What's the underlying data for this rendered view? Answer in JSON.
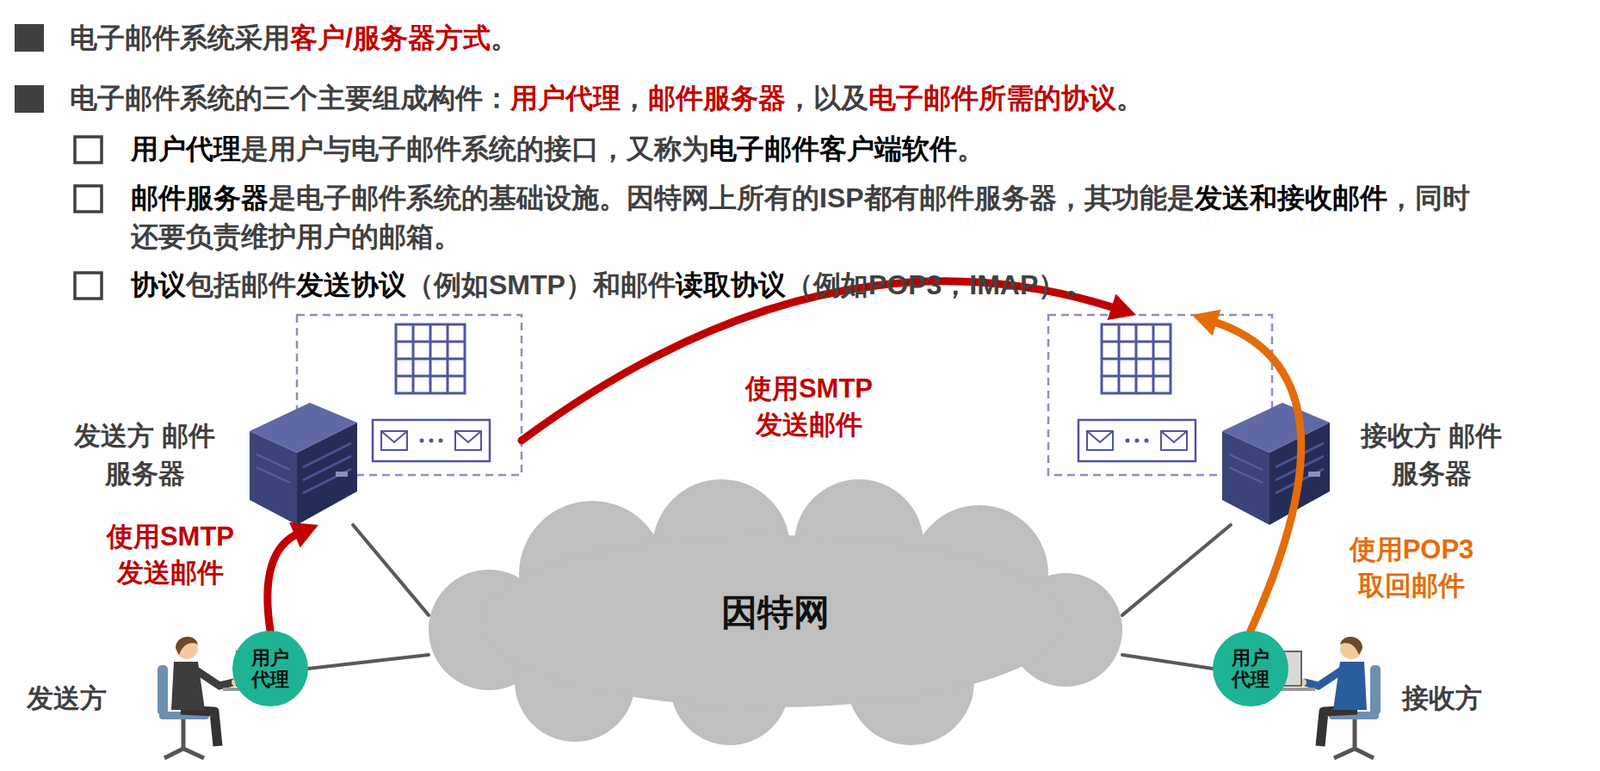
{
  "diagram": {
    "nodes": [
      {
        "text": [
          "发送方 邮件服务器"
        ]
      },
      {
        "text": [
          "接收方 邮件服务器"
        ]
      },
      {
        "text": [
          "因特网"
        ]
      },
      {
        "text": [
          "用户代理"
        ]
      },
      {
        "text": [
          "用户代理"
        ]
      }
    ],
    "edges": [
      {
        "from": 3,
        "to": 0,
        "arrow": "to",
        "label": "使用SMTP 发送邮件"
      },
      {
        "from": 0,
        "to": 1,
        "arrow": "to",
        "label": "使用SMTP 发送邮件"
      },
      {
        "from": 4,
        "to": 1,
        "arrow": "to",
        "label": "使用POP3 取回邮件"
      },
      {
        "from": 0,
        "to": 2,
        "arrow": "none"
      },
      {
        "from": 1,
        "to": 2,
        "arrow": "none"
      },
      {
        "from": 3,
        "to": 2,
        "arrow": "none"
      },
      {
        "from": 4,
        "to": 2,
        "arrow": "none"
      }
    ],
    "labels": [
      "电子邮件系统采用",
      "客户/服务器方式",
      "。",
      "电子邮件系统的三个主要组成构件：",
      "用户代理",
      "，",
      "邮件服务器",
      "，以及",
      "电子邮件所需的协议",
      "。",
      "用户代理",
      "是用户与电子邮件系统的接口，又称为",
      "电子邮件客户端软件",
      "。",
      "邮件服务器",
      "是电子邮件系统的基础设施。因特网上所有的ISP都有邮件服务器，其功能是",
      "发送和接收邮件",
      "，同时还要负责维护用户的邮箱。",
      "协议",
      "包括邮件",
      "发送协议",
      "（例如SMTP）和邮件",
      "读取协议",
      "（例如POP3，IMAP）。",
      "发送方",
      "接收方"
    ]
  }
}
